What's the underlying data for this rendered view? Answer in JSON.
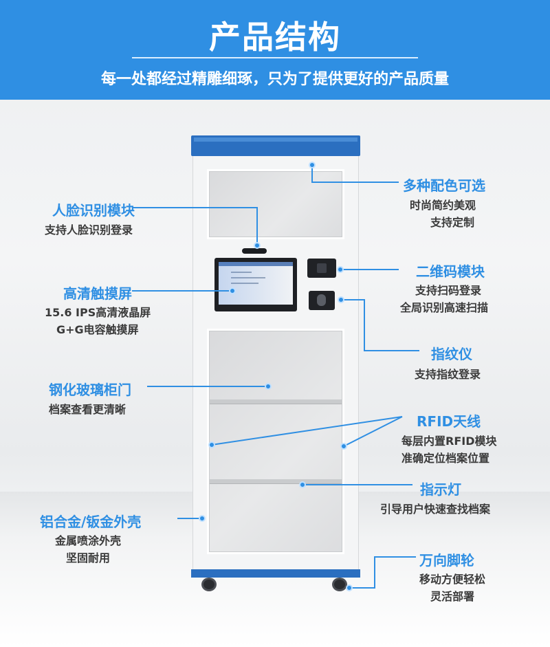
{
  "header": {
    "title": "产品结构",
    "subtitle": "每一处都经过精雕细琢，只为了提供更好的产品质量"
  },
  "colors": {
    "accent": "#2f8fe3",
    "cabinet_trim": "#2b6fc0",
    "subtext": "#3a3a3a"
  },
  "features": {
    "colors": {
      "title": "多种配色可选",
      "line1": "时尚简约美观",
      "line2": "支持定制"
    },
    "face": {
      "title": "人脸识别模块",
      "line1": "支持人脸识别登录"
    },
    "qrcode": {
      "title": "二维码模块",
      "line1": "支持扫码登录",
      "line2": "全局识别高速扫描"
    },
    "touchscreen": {
      "title": "高清触摸屏",
      "line1": "15.6 IPS高清液晶屏",
      "line2": "G+G电容触摸屏"
    },
    "fingerprint": {
      "title": "指纹仪",
      "line1": "支持指纹登录"
    },
    "glassdoor": {
      "title": "钢化玻璃柜门",
      "line1": "档案查看更清晰"
    },
    "rfid": {
      "title": "RFID天线",
      "line1": "每层内置RFID模块",
      "line2": "准确定位档案位置"
    },
    "indicator": {
      "title": "指示灯",
      "line1": "引导用户快速查找档案"
    },
    "shell": {
      "title": "铝合金/钣金外壳",
      "line1": "金属喷涂外壳",
      "line2": "坚固耐用"
    },
    "wheels": {
      "title": "万向脚轮",
      "line1": "移动方便轻松",
      "line2": "灵活部署"
    }
  }
}
